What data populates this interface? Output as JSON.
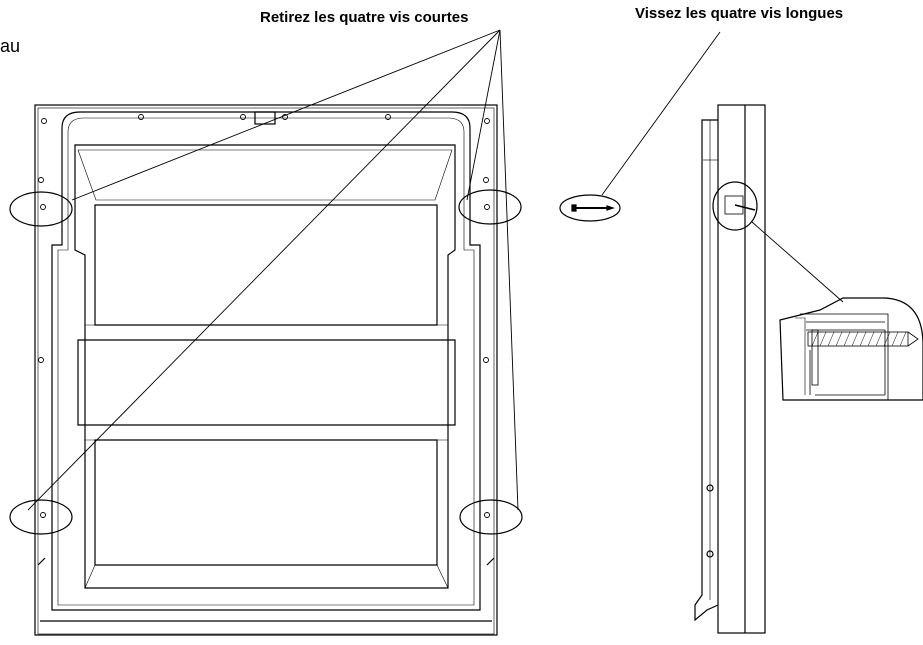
{
  "labels": {
    "remove_short_screws": "Retirez les quatre vis courtes",
    "screw_long_screws": "Vissez les quatre vis longues",
    "cut_fragment": "au"
  },
  "colors": {
    "line": "#000000",
    "background": "#ffffff"
  }
}
